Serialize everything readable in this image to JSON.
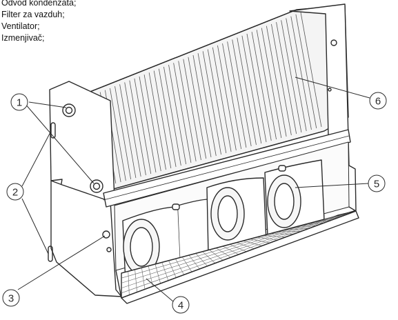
{
  "legend": {
    "items": [
      "Odvod kondenzata;",
      "Filter za vazduh;",
      "Ventilator;",
      "Izmenjivač;"
    ]
  },
  "callouts": [
    "1",
    "2",
    "3",
    "4",
    "5",
    "6"
  ],
  "colors": {
    "ink": "#2a2a2a",
    "paper": "#ffffff"
  }
}
